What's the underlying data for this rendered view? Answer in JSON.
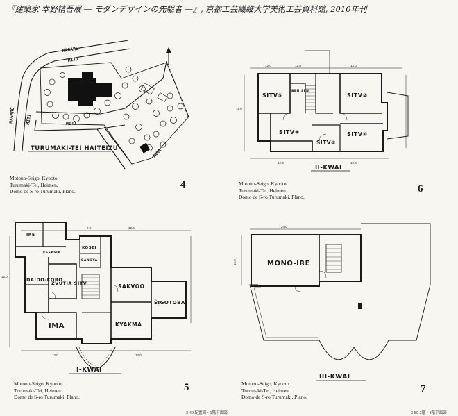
{
  "header": {
    "text": "『建築家 本野精吾展 ― モダンデザインの先駆者 ―』, 京都工芸繊維大学美術工芸資料館, 2010年刊"
  },
  "panels": [
    {
      "id": "p4",
      "plan_title": "TURUMAKI-TEI HAITEIZU",
      "road_labels": [
        "NAGARE",
        "MITI",
        "NAGARE",
        "MITI",
        "MITI",
        "YAMA"
      ],
      "rooms": [],
      "caption": [
        "Motono-Seigo, Kyooto.",
        "Turumaki-Tei, Heimen.",
        "Domo de S-ro Turumaki, Plano."
      ],
      "number": "4"
    },
    {
      "id": "p6",
      "plan_title": "II-KWAI",
      "rooms": [
        "SITV⑤",
        "SITV②",
        "SITV④",
        "SITV③",
        "SITV①",
        "BEN SEN"
      ],
      "dims": [
        "12.0",
        "12.0",
        "12.0",
        "15.0",
        "12.0",
        "12.0"
      ],
      "caption": [
        "Motono-Seigo, Kyooto.",
        "Turumaki-Tei, Heimen.",
        "Domo de S-ro Turumaki, Plano."
      ],
      "number": "6"
    },
    {
      "id": "p5",
      "plan_title": "I-KWAI",
      "rooms": [
        "IRE",
        "KOSEI",
        "DAIDO-KORO",
        "ZVUTIA SITV",
        "SAKVOO",
        "SIGOTOBA",
        "KYAKMA",
        "IMA",
        "BANOYA",
        "KESKSIK"
      ],
      "dims": [
        "7.8",
        "12.0",
        "12.0",
        "12.0",
        "12.0"
      ],
      "caption": [
        "Motono-Seigo, Kyooto.",
        "Turumaki-Tei, Heimen.",
        "Domo de S-ro Turumaki, Plano."
      ],
      "number": "5",
      "page_ref": "3-49  配置図・1階平面図"
    },
    {
      "id": "p7",
      "plan_title": "III-KWAI",
      "rooms": [
        "MONO-IRE"
      ],
      "dims": [
        "24.0",
        "15.0"
      ],
      "caption": [
        "Motono-Seigo, Kyooto.",
        "Turumaki-Tei, Heimen.",
        "Domo de S-ro Turumaki, Plano."
      ],
      "number": "7",
      "page_ref": "3-50  2階・3階平面図"
    }
  ],
  "colors": {
    "ink": "#1a1a1a",
    "paper": "#f7f6f1"
  }
}
